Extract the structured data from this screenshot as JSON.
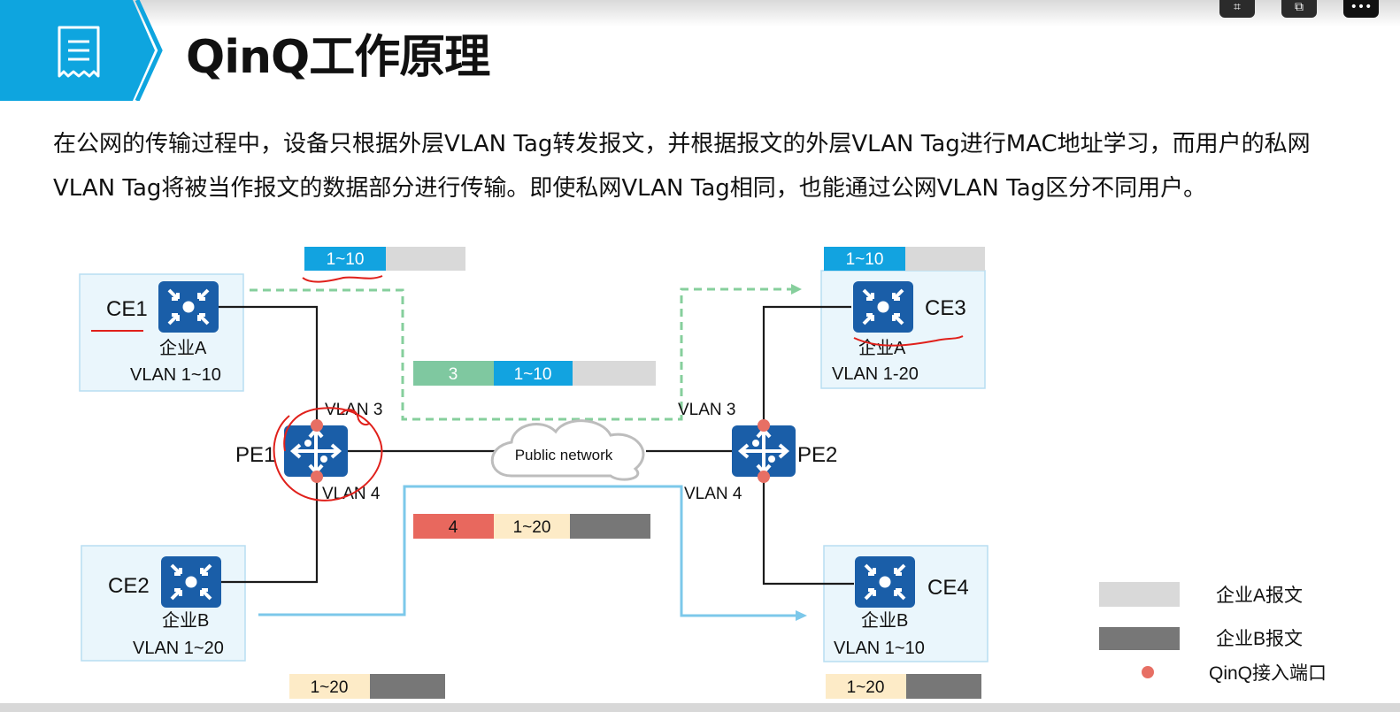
{
  "title": "QinQ工作原理",
  "intro": "在公网的传输过程中，设备只根据外层VLAN Tag转发报文，并根据报文的外层VLAN Tag进行MAC地址学习，而用户的私网VLAN Tag将被当作报文的数据部分进行传输。即使私网VLAN Tag相同，也能通过公网VLAN Tag区分不同用户。",
  "devices": {
    "ce1": {
      "name": "CE1",
      "company": "企业A",
      "vlan": "VLAN 1~10"
    },
    "ce2": {
      "name": "CE2",
      "company": "企业B",
      "vlan": "VLAN 1~20"
    },
    "ce3": {
      "name": "CE3",
      "company": "企业A",
      "vlan": "VLAN 1-20"
    },
    "ce4": {
      "name": "CE4",
      "company": "企业B",
      "vlan": "VLAN 1~10"
    },
    "pe1": {
      "name": "PE1",
      "vlan_top": "VLAN 3",
      "vlan_bottom": "VLAN 4"
    },
    "pe2": {
      "name": "PE2",
      "vlan_top": "VLAN 3",
      "vlan_bottom": "VLAN 4"
    }
  },
  "cloud_label": "Public network",
  "frames": {
    "ce1_frame": {
      "inner": "1~10"
    },
    "ce3_frame": {
      "inner": "1~10"
    },
    "tagged_a": {
      "outer": "3",
      "inner": "1~10"
    },
    "tagged_b": {
      "outer": "4",
      "inner": "1~20"
    },
    "ce2_frame": {
      "inner": "1~20"
    },
    "ce4_frame": {
      "inner": "1~20"
    }
  },
  "legend": {
    "a_packet": "企业A报文",
    "b_packet": "企业B报文",
    "qinq_port": "QinQ接入端口"
  },
  "colors": {
    "banner": "#0ea5df",
    "switch_blue": "#1a5ea8",
    "tag_blue": "#12a3e0",
    "tag_green": "#7fc8a0",
    "tag_red": "#e8685e",
    "tag_beige": "#fdebc7",
    "packet_light": "#d9d9d9",
    "packet_dark": "#777777",
    "path_a": "#86cf9c",
    "path_b": "#7cc8ea",
    "port_dot": "#e76f64",
    "annotation_red": "#e0201b"
  }
}
